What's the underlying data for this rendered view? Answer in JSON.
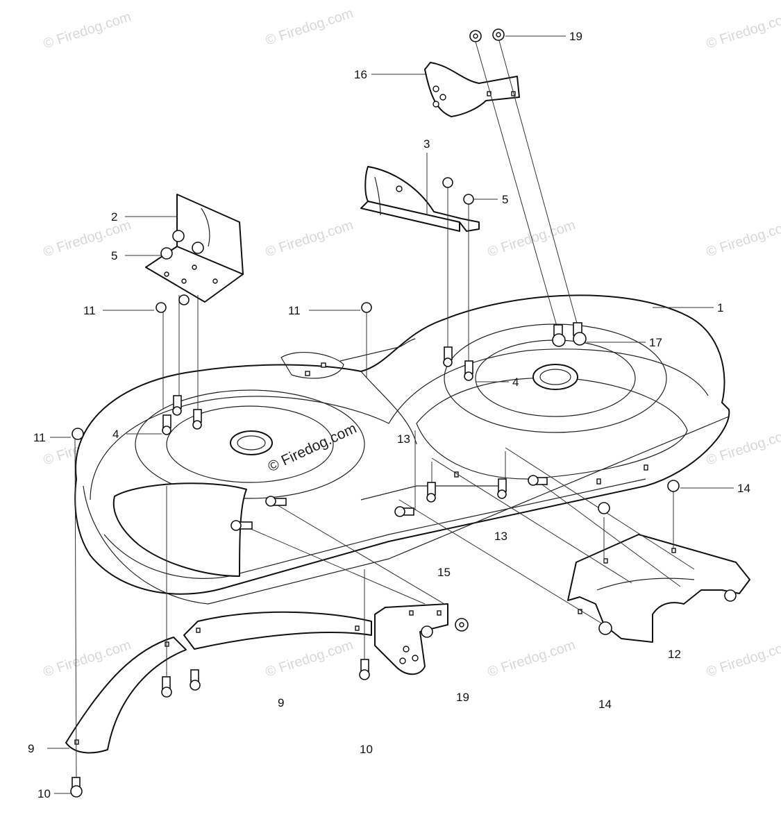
{
  "watermark": "© Firedog.com",
  "callouts": [
    "19",
    "16",
    "3",
    "5",
    "2",
    "5",
    "11",
    "11",
    "1",
    "17",
    "4",
    "11",
    "4",
    "13",
    "14",
    "13",
    "15",
    "12",
    "9",
    "19",
    "14",
    "9",
    "10",
    "10"
  ]
}
